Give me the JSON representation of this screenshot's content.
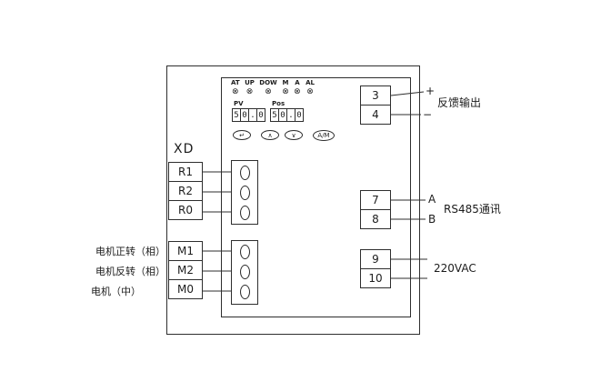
{
  "panel": {
    "indicators": [
      {
        "label": "AT"
      },
      {
        "label": "UP"
      },
      {
        "label": "DOW"
      },
      {
        "label": "M"
      },
      {
        "label": "A"
      },
      {
        "label": "AL"
      }
    ],
    "lamp_symbol": "⊗",
    "display": {
      "pv_label": "PV",
      "pos_label": "Pos",
      "pv_digits": [
        "5",
        "0",
        ".",
        "0"
      ],
      "pos_digits": [
        "5",
        "0",
        ".",
        "0"
      ]
    },
    "buttons": {
      "set_label": "↵",
      "up_label": "∧",
      "down_label": "∨",
      "auto_manual_label": "A/M"
    }
  },
  "left": {
    "xd_label": "XD",
    "r_terminals": [
      "R1",
      "R2",
      "R0"
    ],
    "m_terminals": [
      "M1",
      "M2",
      "M0"
    ],
    "m_labels": [
      "电机正转（相）",
      "电机反转（相）",
      "电机（中）"
    ]
  },
  "right": {
    "feedback": {
      "terminals": [
        "3",
        "4"
      ],
      "plus": "+",
      "minus": "−",
      "label": "反馈输出"
    },
    "rs485": {
      "terminals": [
        "7",
        "8"
      ],
      "a": "A",
      "b": "B",
      "label": "RS485通讯"
    },
    "power": {
      "terminals": [
        "9",
        "10"
      ],
      "label": "220VAC"
    }
  }
}
